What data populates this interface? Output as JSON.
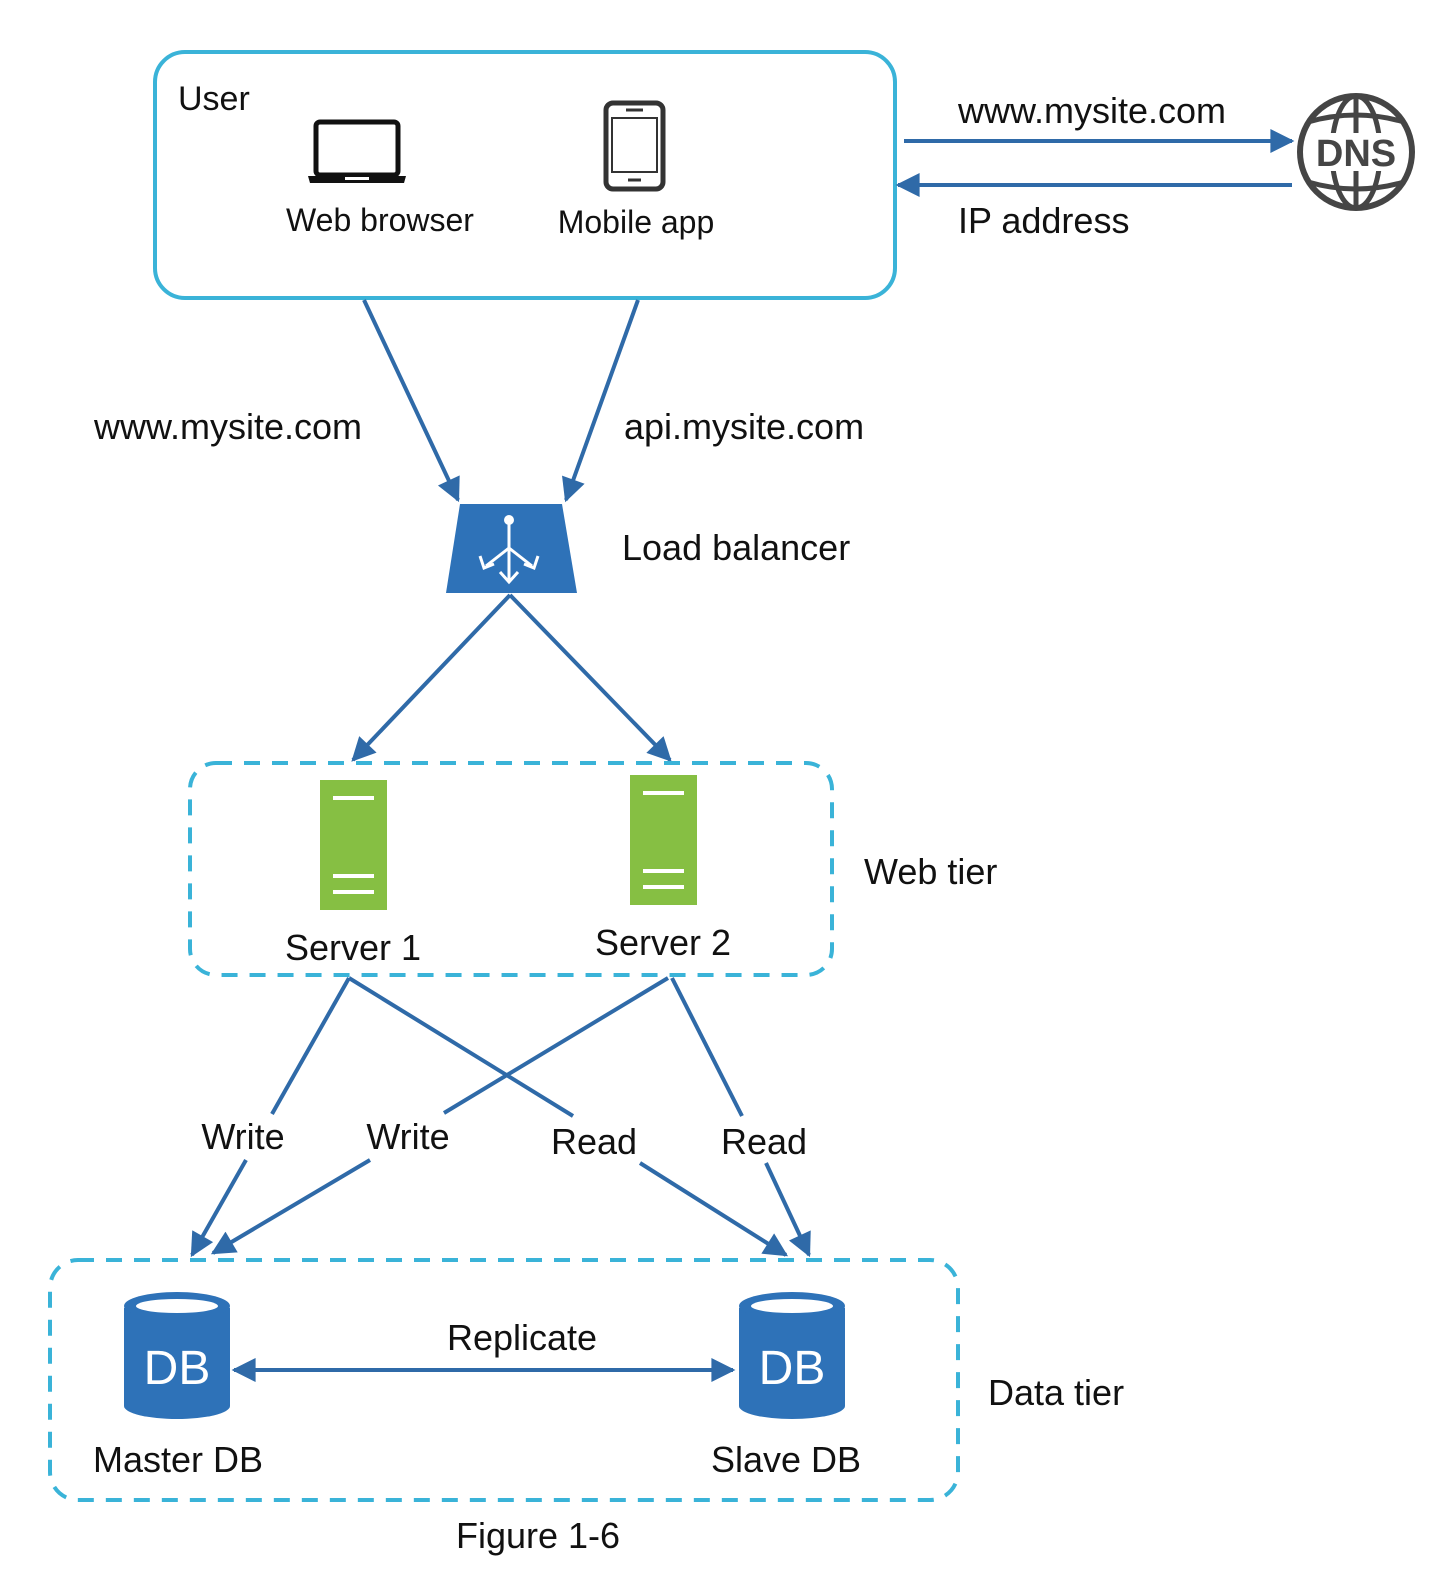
{
  "colors": {
    "arrow": "#2f6aa8",
    "box_border": "#3ab3d8",
    "server_green": "#86bf43",
    "db_blue": "#2e72b8",
    "lb_blue": "#2e72b8",
    "dns_gray": "#454545",
    "text": "#111111"
  },
  "user": {
    "label": "User",
    "web_browser": "Web browser",
    "mobile_app": "Mobile app"
  },
  "dns": {
    "icon_text": "DNS",
    "request_label": "www.mysite.com",
    "response_label": "IP address"
  },
  "routes": {
    "web_domain": "www.mysite.com",
    "api_domain": "api.mysite.com"
  },
  "load_balancer": {
    "label": "Load balancer"
  },
  "web_tier": {
    "label": "Web tier",
    "server1": "Server 1",
    "server2": "Server 2"
  },
  "db_edges": {
    "write1": "Write",
    "write2": "Write",
    "read1": "Read",
    "read2": "Read"
  },
  "data_tier": {
    "label": "Data tier",
    "master_icon": "DB",
    "slave_icon": "DB",
    "master": "Master DB",
    "slave": "Slave DB",
    "replicate": "Replicate"
  },
  "caption": "Figure 1-6"
}
